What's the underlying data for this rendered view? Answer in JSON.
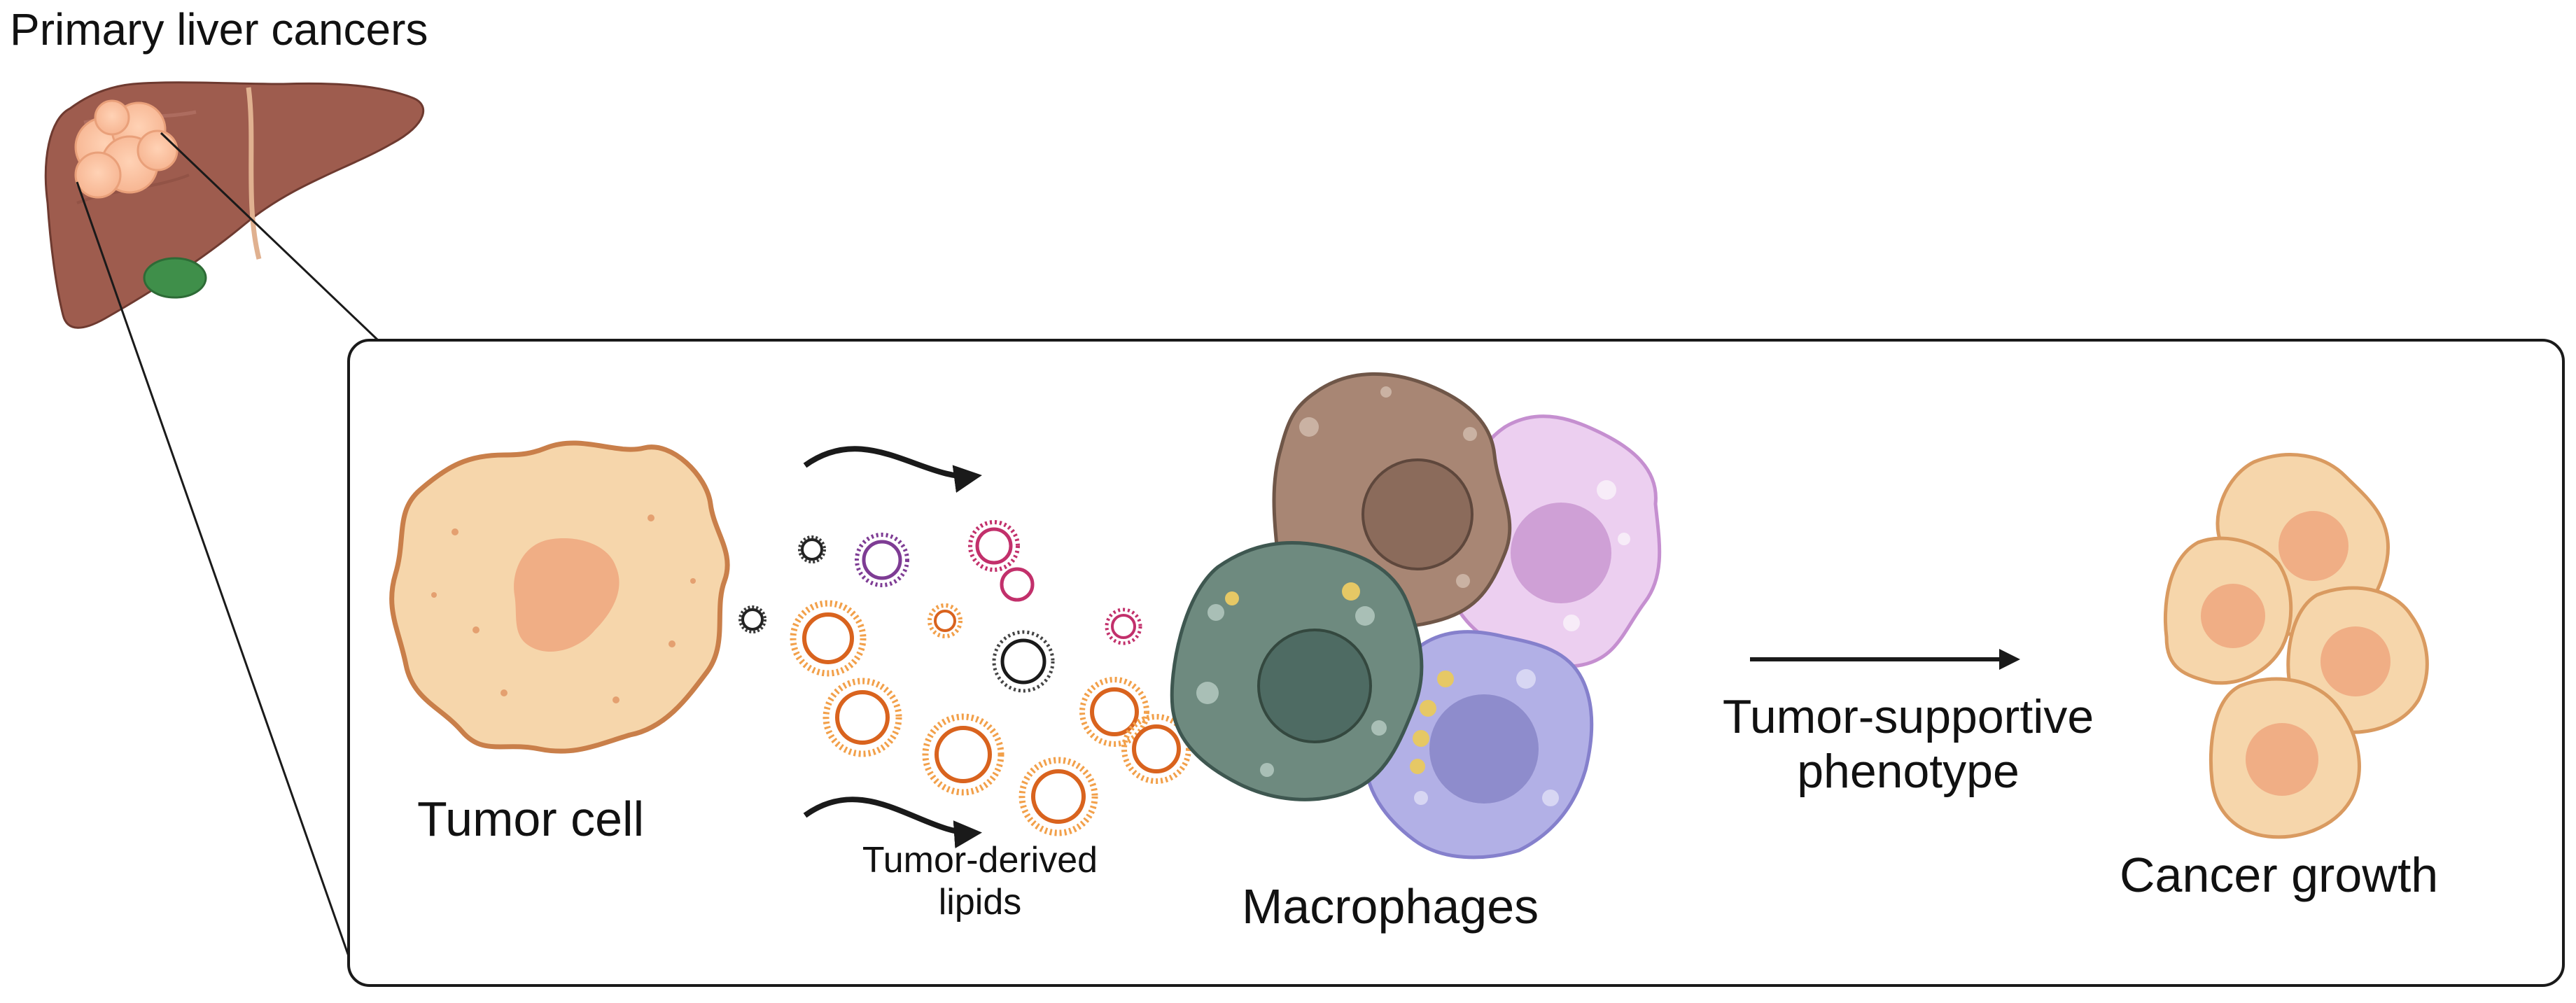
{
  "figure": {
    "title": "Primary liver cancers",
    "tumor_cell_label": "Tumor cell",
    "lipids_label_line1": "Tumor-derived",
    "lipids_label_line2": "lipids",
    "macrophages_label": "Macrophages",
    "phenotype_label_line1": "Tumor-supportive",
    "phenotype_label_line2": "phenotype",
    "cancer_growth_label": "Cancer growth"
  },
  "icons": [
    "liver-icon",
    "tumor-cell-icon",
    "lipid-vesicle-icon",
    "macrophage-icon",
    "cancer-cell-cluster-icon"
  ],
  "colors": {
    "liver": "#9e5c4e",
    "tumor": "#f5d2a4",
    "tumor_outline": "#c97f4a",
    "macrophage_gray": "#6e8a7f",
    "macrophage_brown": "#a88674",
    "macrophage_pink": "#eccff0",
    "macrophage_violet": "#b2b0e6",
    "lipid_orange": "#d9631e"
  }
}
